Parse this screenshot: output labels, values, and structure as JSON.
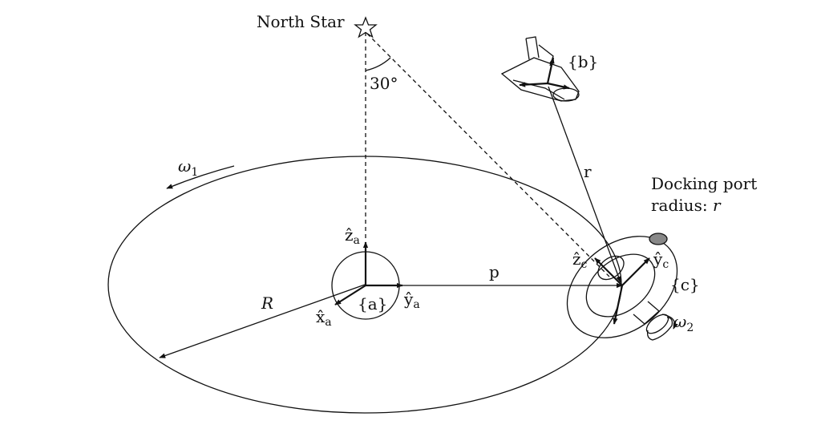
{
  "labels": {
    "north_star": "North Star",
    "angle": "30°",
    "omega1": "ω",
    "omega1_sub": "1",
    "omega2": "ω",
    "omega2_sub": "2",
    "radius_R": "R",
    "vector_p": "p",
    "vector_r": "r",
    "frame_a": "{a}",
    "frame_b": "{b}",
    "frame_c": "{c}",
    "xa": "x̂",
    "xa_sub": "a",
    "ya": "ŷ",
    "ya_sub": "a",
    "za": "ẑ",
    "za_sub": "a",
    "zc": "ẑ",
    "zc_sub": "c",
    "yc": "ŷ",
    "yc_sub": "c",
    "docking_port_line1": "Docking port",
    "docking_port_line2_prefix": "radius: ",
    "docking_port_line2_var": "r"
  }
}
